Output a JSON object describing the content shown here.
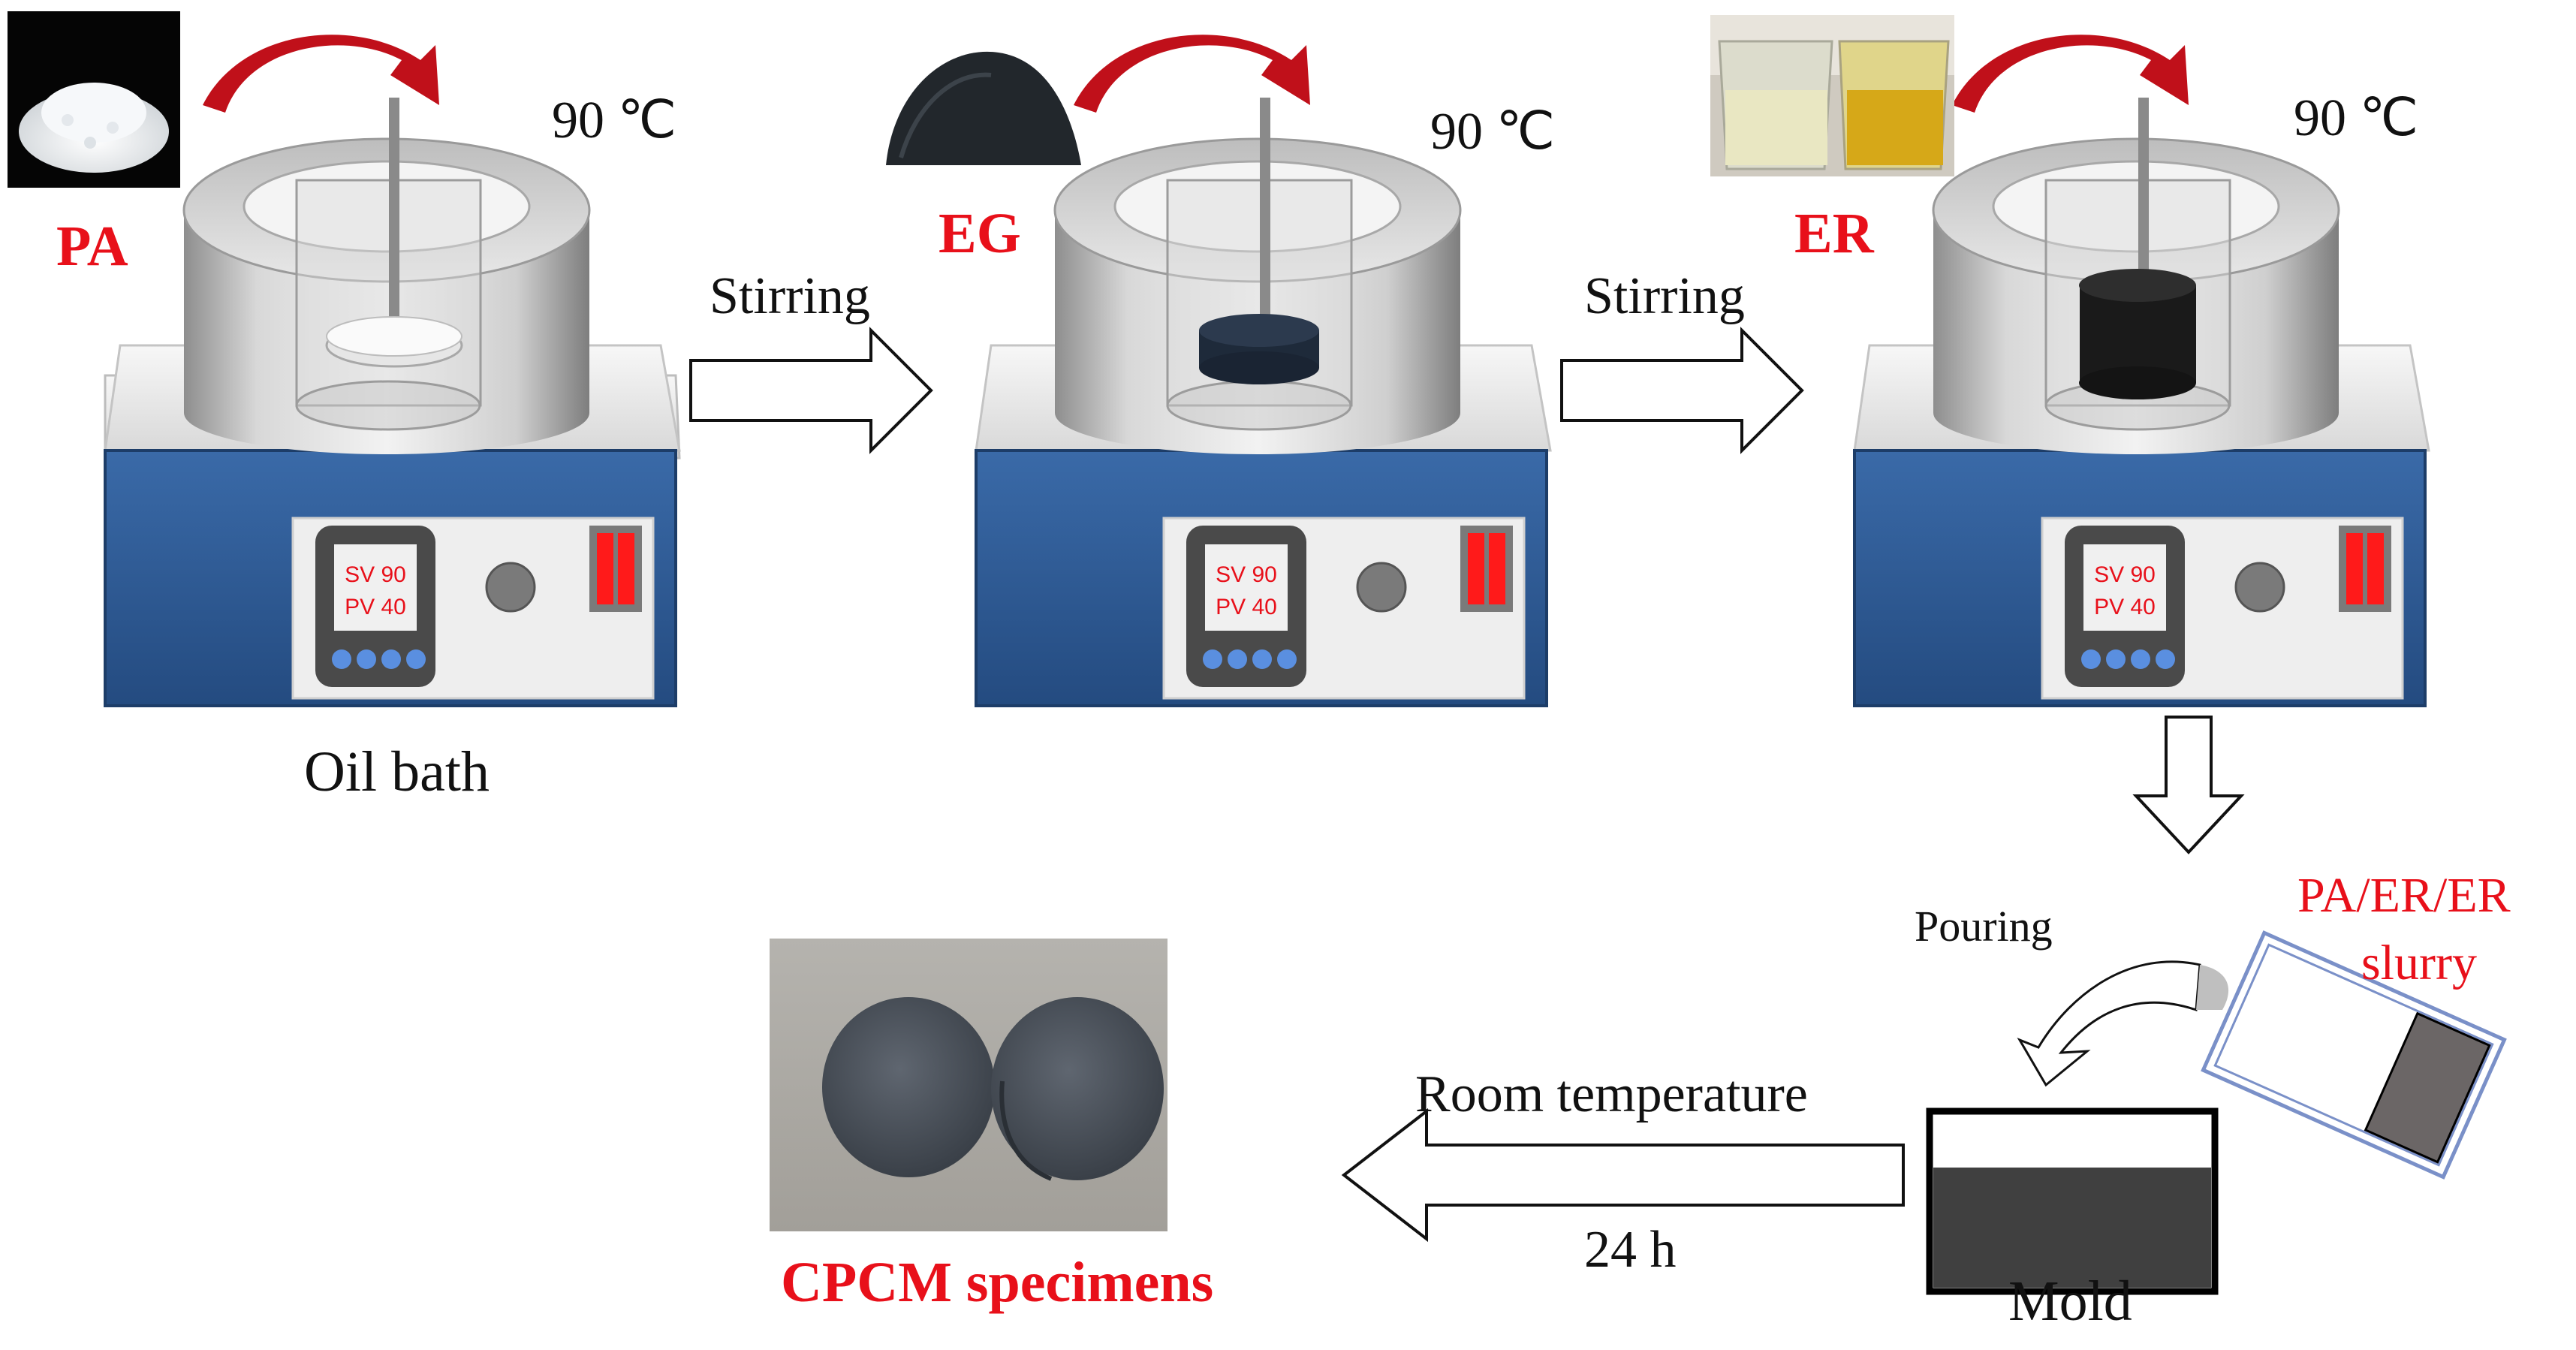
{
  "temperatures": [
    "90 ℃",
    "90 ℃",
    "90 ℃"
  ],
  "materials": {
    "pa": "PA",
    "eg": "EG",
    "er": "ER"
  },
  "steps": {
    "stir1": "Stirring",
    "stir2": "Stirring",
    "oil_bath": "Oil bath",
    "pouring": "Pouring",
    "room_temp": "Room temperature",
    "time": "24 h",
    "mold": "Mold",
    "slurry_line1": "PA/ER/ER",
    "slurry_line2": "slurry",
    "specimens": "CPCM specimens"
  },
  "display": {
    "sv": "SV 90",
    "pv": "PV 40"
  },
  "colors": {
    "highlight_red": "#e8101a",
    "base_blue": "#2c5a94",
    "arrow_red": "#c0101a"
  }
}
